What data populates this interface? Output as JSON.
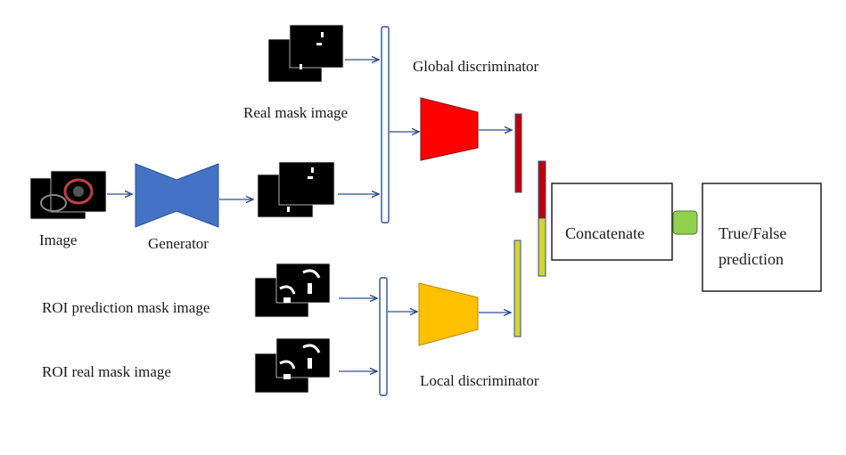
{
  "labels": {
    "image": "Image",
    "generator": "Generator",
    "real_mask_image": "Real mask image",
    "global_discriminator": "Global discriminator",
    "roi_prediction_mask_image": "ROI prediction mask image",
    "roi_real_mask_image": "ROI real mask image",
    "local_discriminator": "Local discriminator",
    "concatenate": "Concatenate",
    "prediction_line1": "True/False",
    "prediction_line2": "prediction"
  },
  "colors": {
    "generator": "#4472c4",
    "global_discriminator": "#ff0000",
    "local_discriminator": "#ffc000",
    "global_feature_bar": "#c00000",
    "local_feature_bar": "#d4d431",
    "connector": "#92d050",
    "arrow": "#2f4f8f"
  }
}
